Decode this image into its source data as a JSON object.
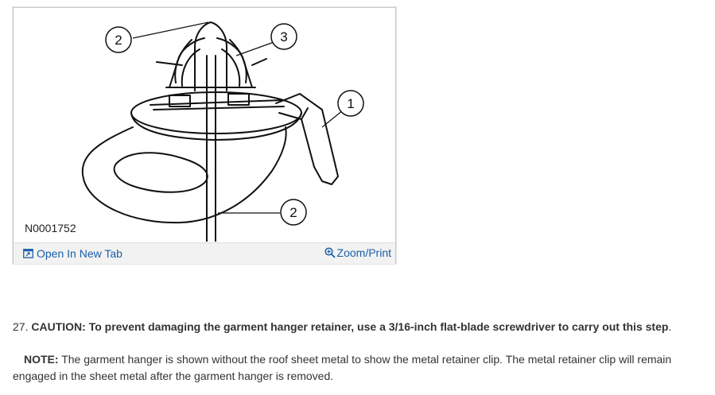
{
  "figure": {
    "id_label": "N0001752",
    "callouts": [
      "2",
      "3",
      "1",
      "2"
    ],
    "open_link_label": "Open In New Tab",
    "zoom_link_label": "Zoom/Print"
  },
  "step": {
    "number": "27.",
    "caution_label": "CAUTION:",
    "caution_text": "To prevent damaging the garment hanger retainer, use a 3/16-inch flat-blade screwdriver to carry out this step",
    "period": "."
  },
  "note": {
    "label": "NOTE:",
    "text": "The garment hanger is shown without the roof sheet metal to show the metal retainer clip. The metal retainer clip will remain engaged in the sheet metal after the garment hanger is removed."
  },
  "colors": {
    "link": "#1a5fa8",
    "footer_bg": "#f2f2f2",
    "border": "#c8c8c8"
  }
}
